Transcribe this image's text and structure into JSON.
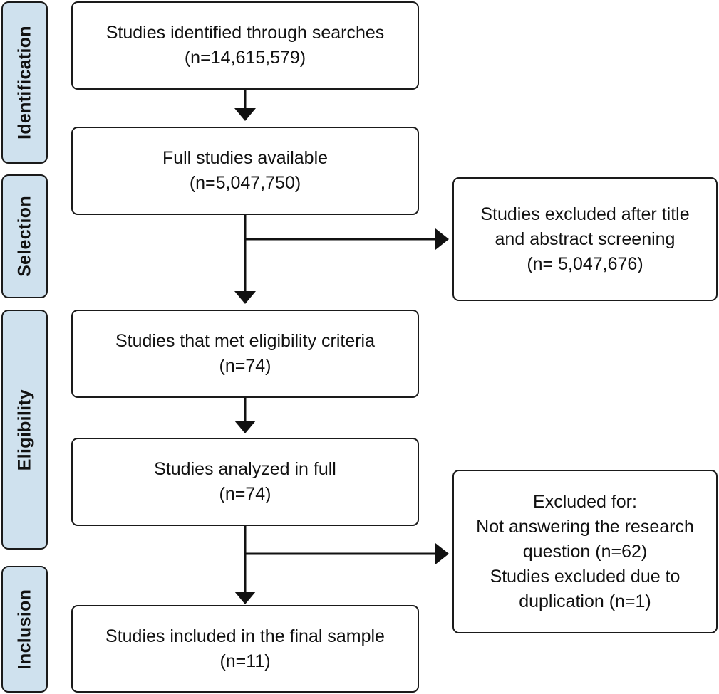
{
  "stages": {
    "identification": "Identification",
    "selection": "Selection",
    "eligibility": "Eligibility",
    "inclusion": "Inclusion"
  },
  "boxes": {
    "identified": {
      "line1": "Studies identified through searches",
      "line2": "(n=14,615,579)"
    },
    "full_available": {
      "line1": "Full studies available",
      "line2": "(n=5,047,750)"
    },
    "met_eligibility": {
      "line1": "Studies that met eligibility criteria",
      "line2": "(n=74)"
    },
    "analyzed_full": {
      "line1": "Studies analyzed in full",
      "line2": "(n=74)"
    },
    "included_final": {
      "line1": "Studies included in the final sample",
      "line2": "(n=11)"
    },
    "excluded_screening": {
      "line1": "Studies excluded after title",
      "line2": "and abstract screening",
      "line3": "(n= 5,047,676)"
    },
    "excluded_for": {
      "line1": "Excluded for:",
      "line2": "Not answering the research",
      "line3": "question (n=62)",
      "line4": "Studies excluded due to",
      "line5": "duplication (n=1)"
    }
  }
}
